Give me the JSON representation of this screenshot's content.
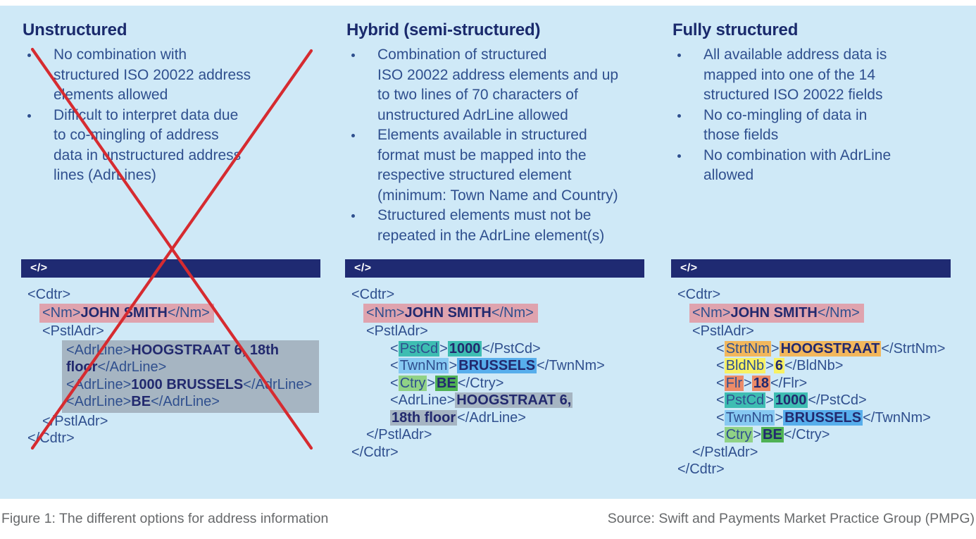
{
  "caption": {
    "left": "Figure 1: The different options for address information",
    "right": "Source: Swift and Payments Market Practice Group (PMPG)"
  },
  "code_bar_icon": "</>",
  "colors": {
    "panel": "#cfe9f7",
    "heading": "#1a2a6c",
    "body": "#2f4f8e",
    "bold": "#22296e",
    "bar": "#1f2a72",
    "pink": "#dfa3ae",
    "gray": "#a6b5c2",
    "teal": "#3ebdb2",
    "teal2": "#3ebdb2",
    "blue": "#87c9f2",
    "blue2": "#57aeec",
    "green": "#90d286",
    "green2": "#4fb254",
    "orange": "#f2b75c",
    "yellow": "#f7f163",
    "salmon": "#ec8b68",
    "cross_red": "#d62b30",
    "caption": "#67696b"
  },
  "columns": [
    {
      "id": "unstructured",
      "title": "Unstructured",
      "rejected": true,
      "bullets": [
        "No combination with\nstructured ISO 20022 address\nelements allowed",
        "Difficult to interpret data due\nto co-mingling of address\ndata in unstructured address\nlines (AdrLines)"
      ],
      "code_lines": [
        {
          "i": 0,
          "seg": [
            {
              "t": "<Cdtr>"
            }
          ]
        },
        {
          "i": 1,
          "hl": "pink",
          "seg": [
            {
              "t": "<Nm>"
            },
            {
              "t": "JOHN SMITH",
              "b": 1
            },
            {
              "t": "</Nm>"
            }
          ]
        },
        {
          "i": 1,
          "seg": [
            {
              "t": "<PstlAdr>"
            }
          ]
        },
        {
          "i": 2,
          "block": 1,
          "seg": [
            {
              "t": "<AdrLine>"
            },
            {
              "t": "HOOGSTRAAT 6, 18th",
              "b": 1
            }
          ]
        },
        {
          "i": 2,
          "block": 1,
          "seg": [
            {
              "t": "floor",
              "b": 1
            },
            {
              "t": "</AdrLine>"
            }
          ]
        },
        {
          "i": 2,
          "block": 1,
          "seg": [
            {
              "t": "<AdrLine>"
            },
            {
              "t": "1000 BRUSSELS",
              "b": 1
            },
            {
              "t": "</AdrLine>"
            }
          ]
        },
        {
          "i": 2,
          "block": 1,
          "seg": [
            {
              "t": "<AdrLine>"
            },
            {
              "t": "BE",
              "b": 1
            },
            {
              "t": "</AdrLine>"
            }
          ]
        },
        {
          "i": 1,
          "seg": [
            {
              "t": "</PstlAdr>"
            }
          ]
        },
        {
          "i": 0,
          "seg": [
            {
              "t": "</Cdtr>"
            }
          ]
        }
      ]
    },
    {
      "id": "hybrid",
      "title": "Hybrid (semi-structured)",
      "rejected": false,
      "bullets": [
        "Combination of structured\nISO 20022 address elements and up\nto two lines of 70 characters of\nunstructured AdrLine allowed",
        "Elements available in structured\nformat must be mapped into the\nrespective structured element\n(minimum: Town Name and Country)",
        "Structured elements must not be\nrepeated in the AdrLine element(s)"
      ],
      "code_lines": [
        {
          "i": 0,
          "seg": [
            {
              "t": "<Cdtr>"
            }
          ]
        },
        {
          "i": 1,
          "hl": "pink",
          "seg": [
            {
              "t": "<Nm>"
            },
            {
              "t": "JOHN SMITH",
              "b": 1
            },
            {
              "t": "</Nm>"
            }
          ]
        },
        {
          "i": 1,
          "seg": [
            {
              "t": "<PstlAdr>"
            }
          ]
        },
        {
          "i": 2,
          "seg": [
            {
              "t": "<"
            },
            {
              "t": "PstCd",
              "h": "teal"
            },
            {
              "t": ">"
            },
            {
              "t": "1000",
              "b": 1,
              "h": "teal2"
            },
            {
              "t": "</PstCd>"
            }
          ]
        },
        {
          "i": 2,
          "seg": [
            {
              "t": "<"
            },
            {
              "t": "TwnNm",
              "h": "blue"
            },
            {
              "t": ">"
            },
            {
              "t": "BRUSSELS",
              "b": 1,
              "h": "blue2"
            },
            {
              "t": "</TwnNm>"
            }
          ]
        },
        {
          "i": 2,
          "seg": [
            {
              "t": "<"
            },
            {
              "t": "Ctry",
              "h": "green"
            },
            {
              "t": ">"
            },
            {
              "t": "BE",
              "b": 1,
              "h": "green2"
            },
            {
              "t": "</Ctry>"
            }
          ]
        },
        {
          "i": 2,
          "seg": [
            {
              "t": "<AdrLine>"
            },
            {
              "t": "HOOGSTRAAT 6,",
              "b": 1,
              "h": "gray"
            }
          ]
        },
        {
          "i": 2,
          "seg": [
            {
              "t": "18th floor",
              "b": 1,
              "h": "gray"
            },
            {
              "t": "</AdrLine>"
            }
          ]
        },
        {
          "i": 1,
          "seg": [
            {
              "t": "</PstlAdr>"
            }
          ]
        },
        {
          "i": 0,
          "seg": [
            {
              "t": "</Cdtr>"
            }
          ]
        }
      ]
    },
    {
      "id": "fully-structured",
      "title": "Fully structured",
      "rejected": false,
      "bullets": [
        "All available address data is\nmapped into one of the 14\nstructured ISO 20022 fields",
        "No co-mingling of data in\nthose fields",
        "No combination with AdrLine\nallowed"
      ],
      "code_lines": [
        {
          "i": 0,
          "seg": [
            {
              "t": "<Cdtr>"
            }
          ]
        },
        {
          "i": 1,
          "hl": "pink",
          "seg": [
            {
              "t": "<Nm>"
            },
            {
              "t": "JOHN SMITH",
              "b": 1
            },
            {
              "t": "</Nm>"
            }
          ]
        },
        {
          "i": 1,
          "seg": [
            {
              "t": "<PstlAdr>"
            }
          ]
        },
        {
          "i": 2,
          "seg": [
            {
              "t": "<"
            },
            {
              "t": "StrtNm",
              "h": "orange"
            },
            {
              "t": ">"
            },
            {
              "t": "HOOGSTRAAT",
              "b": 1,
              "h": "orange"
            },
            {
              "t": "</StrtNm>"
            }
          ]
        },
        {
          "i": 2,
          "seg": [
            {
              "t": "<"
            },
            {
              "t": "BldNb",
              "h": "yellow"
            },
            {
              "t": ">"
            },
            {
              "t": "6",
              "b": 1,
              "h": "yellow"
            },
            {
              "t": "</BldNb>"
            }
          ]
        },
        {
          "i": 2,
          "seg": [
            {
              "t": "<"
            },
            {
              "t": "Flr",
              "h": "salmon"
            },
            {
              "t": ">"
            },
            {
              "t": "18",
              "b": 1,
              "h": "salmon"
            },
            {
              "t": "</Flr>"
            }
          ]
        },
        {
          "i": 2,
          "seg": [
            {
              "t": "<"
            },
            {
              "t": "PstCd",
              "h": "teal"
            },
            {
              "t": ">"
            },
            {
              "t": "1000",
              "b": 1,
              "h": "teal2"
            },
            {
              "t": "</PstCd>"
            }
          ]
        },
        {
          "i": 2,
          "seg": [
            {
              "t": "<"
            },
            {
              "t": "TwnNm",
              "h": "blue"
            },
            {
              "t": ">"
            },
            {
              "t": "BRUSSELS",
              "b": 1,
              "h": "blue2"
            },
            {
              "t": "</TwnNm>"
            }
          ]
        },
        {
          "i": 2,
          "seg": [
            {
              "t": "<"
            },
            {
              "t": "Ctry",
              "h": "green"
            },
            {
              "t": ">"
            },
            {
              "t": "BE",
              "b": 1,
              "h": "green2"
            },
            {
              "t": "</Ctry>"
            }
          ]
        },
        {
          "i": 1,
          "seg": [
            {
              "t": "</PstlAdr>"
            }
          ]
        },
        {
          "i": 0,
          "seg": [
            {
              "t": "</Cdtr>"
            }
          ]
        }
      ]
    }
  ]
}
